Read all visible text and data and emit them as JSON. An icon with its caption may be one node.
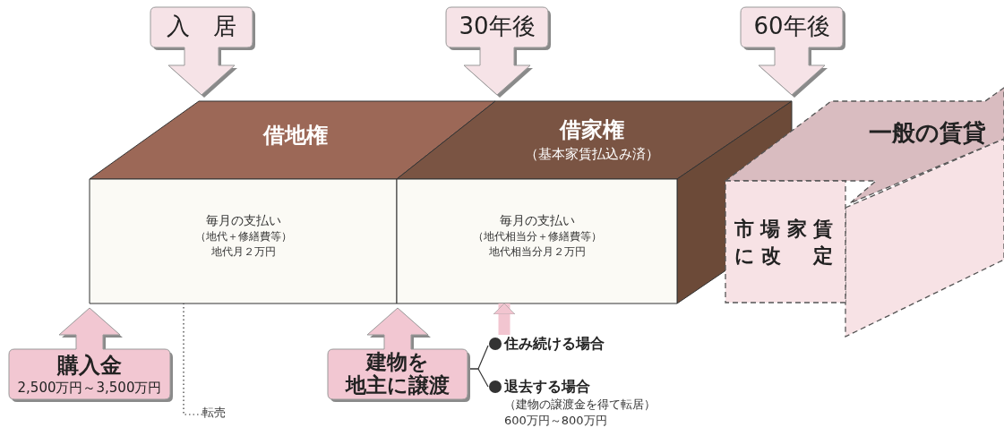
{
  "diagram": {
    "nodes": [
      {
        "text": [
          "入　居"
        ]
      },
      {
        "text": [
          "30年後"
        ]
      },
      {
        "text": [
          "60年後"
        ]
      },
      {
        "text": [
          "借地権",
          "毎月の支払い",
          "（地代＋修繕費等）",
          "地代月２万円"
        ]
      },
      {
        "text": [
          "借家権",
          "（基本家賃払込み済）",
          "毎月の支払い",
          "（地代相当分＋修繕費等）",
          "地代相当分月２万円"
        ]
      },
      {
        "text": [
          "一般の賃貸",
          "市場家賃に改　定"
        ]
      },
      {
        "text": [
          "購入金",
          "2,500万円～3,500万円"
        ]
      },
      {
        "text": [
          "建物を",
          "地主に譲渡"
        ]
      },
      {
        "text": [
          "住み続ける場合"
        ]
      },
      {
        "text": [
          "退去する場合",
          "（建物の譲渡金を得て転居）",
          "600万円～800万円"
        ]
      },
      {
        "text": [
          "転売"
        ]
      }
    ],
    "edges": [
      {
        "from": 7,
        "to": 8,
        "arrow": "none"
      },
      {
        "from": 7,
        "to": 9,
        "arrow": "none"
      },
      {
        "from": 8,
        "to": 4,
        "arrow": "to",
        "style": "thick",
        "color": "#f2c5d0"
      },
      {
        "from": 10,
        "to": 3,
        "arrow": "none",
        "style": "dashed"
      }
    ]
  }
}
